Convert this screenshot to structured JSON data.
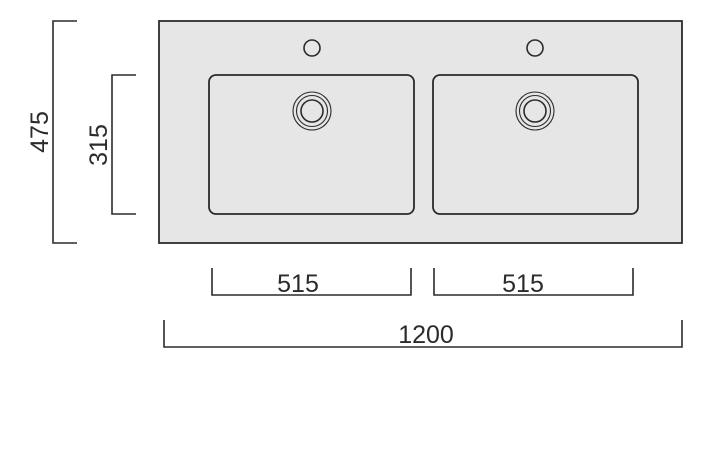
{
  "drawing": {
    "subject": "",
    "colors": {
      "countertop_fill": "#e6e6e6",
      "basin_fill": "#e6e6e6",
      "stroke": "#2b2b2b"
    },
    "dimensions": {
      "overall_width": "1200",
      "overall_depth": "475",
      "basin_depth": "315",
      "basin_left_width": "515",
      "basin_right_width": "515"
    }
  }
}
